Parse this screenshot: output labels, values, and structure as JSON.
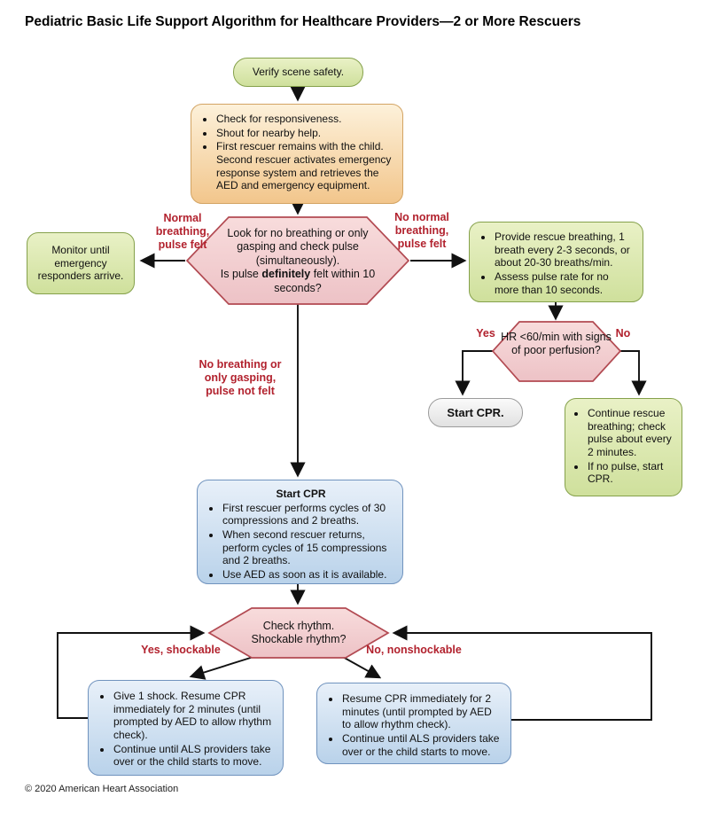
{
  "title": "Pediatric Basic Life Support Algorithm for Healthcare Providers—2 or More Rescuers",
  "footer": "© 2020 American Heart Association",
  "colors": {
    "green_fill": "#d9e6a6",
    "green_border": "#85a14b",
    "orange_fill": "#f7d9a8",
    "orange_border": "#d3a463",
    "pink_fill": "#f2cdd0",
    "pink_border": "#b24a52",
    "blue_fill": "#cfe0f2",
    "blue_border": "#7093be",
    "gray_fill": "#ededed",
    "gray_border": "#9c9c9c",
    "label_red": "#b2222e",
    "arrow": "#111111"
  },
  "nodes": {
    "verify": {
      "text": "Verify scene safety."
    },
    "assess": {
      "items": [
        "Check for responsiveness.",
        "Shout for nearby help.",
        "First rescuer remains with the child. Second rescuer activates emergency response system and retrieves the AED and emergency equipment."
      ]
    },
    "pulse_check": {
      "line1": "Look for no breathing or only gasping and check pulse (simultaneously).",
      "q_pre": "Is pulse ",
      "q_bold": "definitely",
      "q_post": " felt within 10 seconds?"
    },
    "monitor": {
      "text": "Monitor until emergency responders arrive."
    },
    "rescue_breathing": {
      "items": [
        "Provide rescue breathing, 1 breath every 2-3 seconds, or about 20-30 breaths/min.",
        "Assess pulse rate for no more than 10 seconds."
      ]
    },
    "hr_check": {
      "text": "HR <60/min with signs of poor perfusion?"
    },
    "start_cpr_small": {
      "text": "Start CPR."
    },
    "continue_rescue": {
      "items": [
        "Continue rescue breathing; check pulse about every 2 minutes.",
        "If no pulse, start CPR."
      ]
    },
    "start_cpr": {
      "title": "Start CPR",
      "items": [
        "First rescuer performs cycles of 30 compressions and 2 breaths.",
        "When second rescuer returns, perform cycles of 15 compressions and 2 breaths.",
        "Use AED as soon as it is available."
      ]
    },
    "check_rhythm": {
      "text": "Check rhythm. Shockable rhythm?"
    },
    "shockable": {
      "items": [
        "Give 1 shock. Resume CPR immediately for 2 minutes (until prompted by AED to allow rhythm check).",
        "Continue until ALS providers take over or the child starts to move."
      ]
    },
    "nonshockable": {
      "items": [
        "Resume CPR immediately for 2 minutes (until prompted by AED to allow rhythm check).",
        "Continue until ALS providers take over or the child starts to move."
      ]
    }
  },
  "labels": {
    "normal": "Normal breathing, pulse felt",
    "no_normal": "No normal breathing, pulse felt",
    "no_breathing": "No breathing or only gasping, pulse not felt",
    "yes": "Yes",
    "no": "No",
    "yes_shockable": "Yes, shockable",
    "no_nonshockable": "No, nonshockable"
  }
}
